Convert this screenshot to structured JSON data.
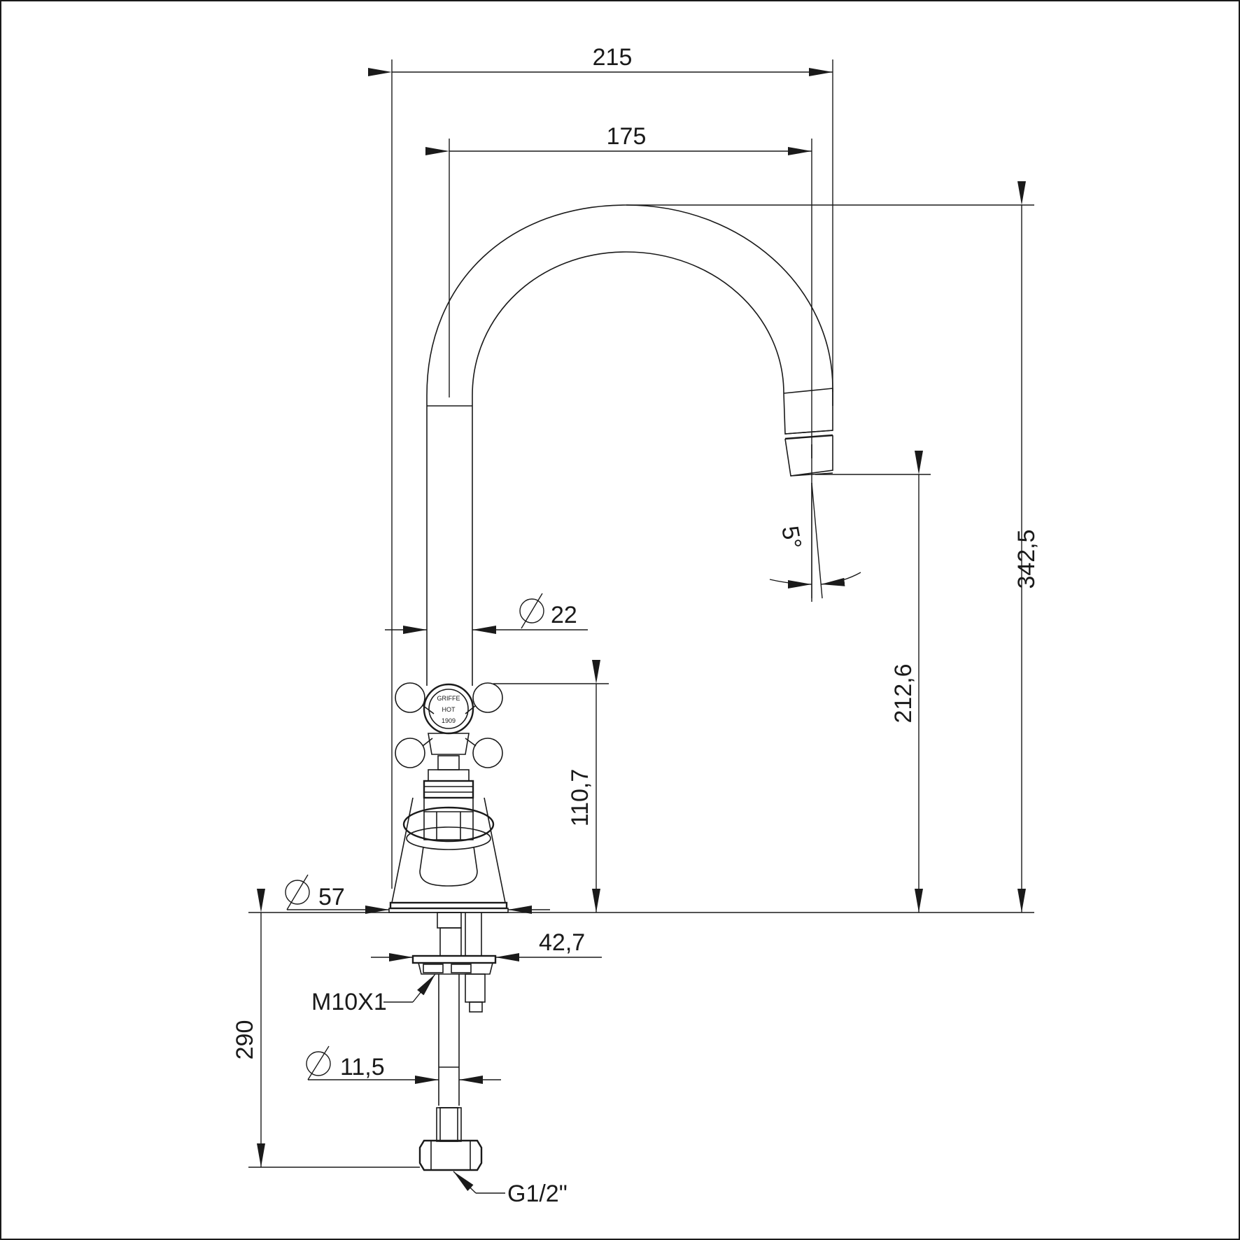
{
  "dimensions": {
    "width_outer": "215",
    "width_inner": "175",
    "total_height": "342,5",
    "spout_height": "212,6",
    "handle_height": "110,7",
    "tube_diameter": "22",
    "base_diameter": "57",
    "shank_length": "290",
    "nut_width": "42,7",
    "pipe_diameter": "11,5",
    "spout_angle": "5°"
  },
  "callouts": {
    "thread": "M10X1",
    "connection": "G1/2\""
  },
  "handle_cap": {
    "top": "GRIFFE",
    "middle": "HOT",
    "bottom": "1909"
  }
}
